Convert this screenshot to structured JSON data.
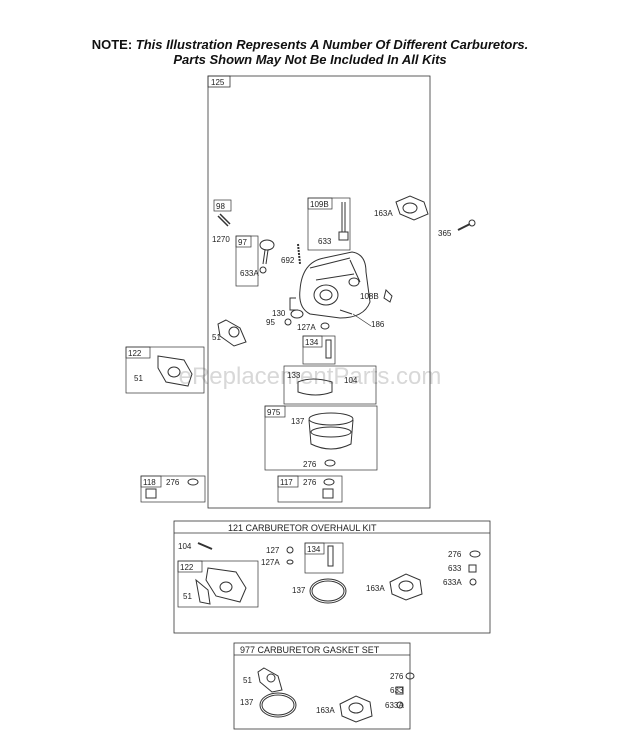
{
  "note": {
    "lead": "NOTE:",
    "line1": "This Illustration Represents A Number Of Different Carburetors.",
    "line2": "Parts Shown May Not Be Included In All Kits"
  },
  "watermark": "eReplacementParts.com",
  "main": {
    "box_label": "125",
    "labels": {
      "p98": "98",
      "p1270": "1270",
      "p97": "97",
      "p633A_a": "633A",
      "p692": "692",
      "p109B": "109B",
      "p633_a": "633",
      "p163A_a": "163A",
      "p365": "365",
      "p108B": "108B",
      "p130": "130",
      "p95": "95",
      "p127A_a": "127A",
      "p186": "186",
      "p51_a": "51",
      "p134_a": "134",
      "p133": "133",
      "p104_a": "104",
      "p975": "975",
      "p137_a": "137",
      "p276_a": "276",
      "p117": "117",
      "p276_b": "276"
    }
  },
  "side": {
    "p122_a": "122",
    "p51_b": "51",
    "p118": "118",
    "p276_c": "276"
  },
  "kit121": {
    "title": "121 CARBURETOR OVERHAUL KIT",
    "labels": {
      "p104": "104",
      "p127": "127",
      "p127A": "127A",
      "p134": "134",
      "p276": "276",
      "p633": "633",
      "p633A": "633A",
      "p122": "122",
      "p51": "51",
      "p137": "137",
      "p163A": "163A"
    }
  },
  "kit977": {
    "title": "977 CARBURETOR GASKET SET",
    "labels": {
      "p51": "51",
      "p276": "276",
      "p633": "633",
      "p137": "137",
      "p163A": "163A",
      "p633A": "633A"
    }
  }
}
